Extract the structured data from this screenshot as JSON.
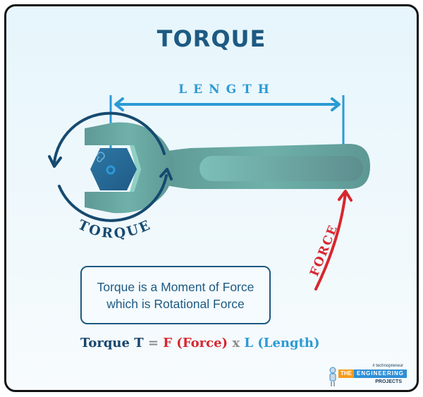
{
  "title": "TORQUE",
  "labels": {
    "length": "LENGTH",
    "torque_arc": "TORQUE",
    "force_arrow": "FORCE"
  },
  "info_box": {
    "line1": "Torque is a Moment of Force",
    "line2": "which is Rotational Force"
  },
  "formula": {
    "lhs": "Torque T",
    "equals": "=",
    "force": "F (Force)",
    "times": "x",
    "length": "L (Length)"
  },
  "logo": {
    "tagline": "# technopreneur",
    "the": "THE",
    "engineering": "ENGINEERING",
    "projects": "PROJECTS"
  },
  "colors": {
    "title": "#1d5a82",
    "length_arrow": "#2b9ad6",
    "torque_arc": "#164a70",
    "force_arrow": "#d8262f",
    "wrench": "#6aaca6",
    "nut": "#2a6a96",
    "frame_border": "#111111"
  }
}
